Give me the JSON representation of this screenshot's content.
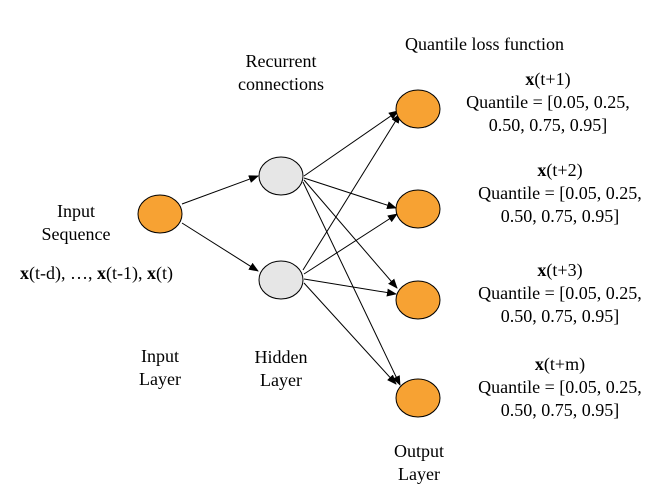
{
  "labels": {
    "quantile_loss": "Quantile loss function",
    "recurrent_line1": "Recurrent",
    "recurrent_line2": "connections",
    "input_seq_line1": "Input",
    "input_seq_line2": "Sequence",
    "input_layer_line1": "Input",
    "input_layer_line2": "Layer",
    "hidden_layer_line1": "Hidden",
    "hidden_layer_line2": "Layer",
    "output_layer_line1": "Output",
    "output_layer_line2": "Layer"
  },
  "input_sequence": {
    "x1": "x",
    "t1": "(t-d), …, ",
    "x2": "x",
    "t2": "(t-1),  ",
    "x3": "x",
    "t3": "(t)"
  },
  "outputs": [
    {
      "bold": "x",
      "rest": "(t+1)",
      "quantile_line1": "Quantile = [0.05, 0.25,",
      "quantile_line2": "0.50, 0.75, 0.95]"
    },
    {
      "bold": "x",
      "rest": "(t+2)",
      "quantile_line1": "Quantile = [0.05, 0.25,",
      "quantile_line2": "0.50, 0.75, 0.95]"
    },
    {
      "bold": "x",
      "rest": "(t+3)",
      "quantile_line1": "Quantile = [0.05, 0.25,",
      "quantile_line2": "0.50, 0.75, 0.95]"
    },
    {
      "bold": "x",
      "rest": "(t+m)",
      "quantile_line1": "Quantile = [0.05, 0.25,",
      "quantile_line2": "0.50, 0.75, 0.95]"
    }
  ],
  "colors": {
    "orange_node": "#f7a233",
    "hidden_node": "#e6e6e6",
    "stroke": "#000000"
  }
}
